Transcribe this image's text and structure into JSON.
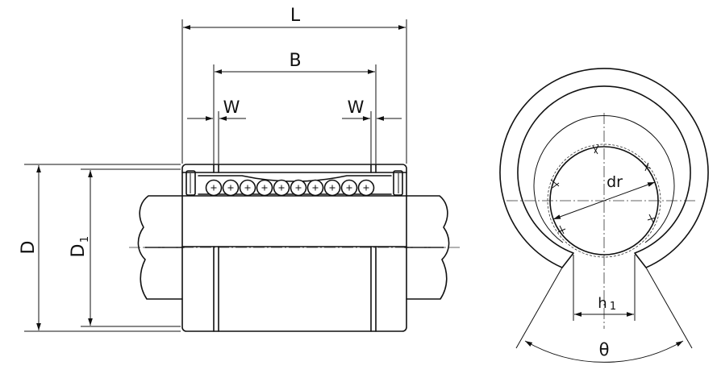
{
  "figure": {
    "side_view": {
      "dimensions": {
        "L": "L",
        "B": "B",
        "W_left": "W",
        "W_right": "W",
        "D": "D",
        "D1": "D",
        "D1_subscript": "1"
      },
      "ball_count": 10
    },
    "end_view": {
      "dimensions": {
        "dr": "dr",
        "h1": "h",
        "h1_subscript": "1",
        "theta": "θ"
      }
    }
  }
}
